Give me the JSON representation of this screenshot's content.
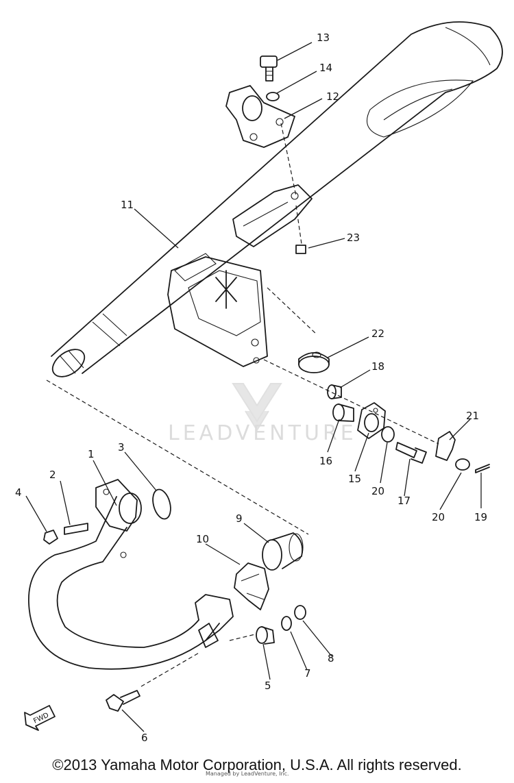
{
  "watermark": {
    "brand": "LEADVENTURE"
  },
  "fwd_label": "FWD",
  "footer": {
    "copyright": "©2013 Yamaha Motor Corporation, U.S.A. All rights reserved.",
    "credit": "Managed by LeadVenture, Inc."
  },
  "part_labels": {
    "p1": "1",
    "p2": "2",
    "p3": "3",
    "p4": "4",
    "p5": "5",
    "p6": "6",
    "p7": "7",
    "p8": "8",
    "p9": "9",
    "p10": "10",
    "p11": "11",
    "p12": "12",
    "p13": "13",
    "p14": "14",
    "p15": "15",
    "p16": "16",
    "p17": "17",
    "p18": "18",
    "p19": "19",
    "p20a": "20",
    "p20b": "20",
    "p21": "21",
    "p22": "22",
    "p23": "23"
  }
}
